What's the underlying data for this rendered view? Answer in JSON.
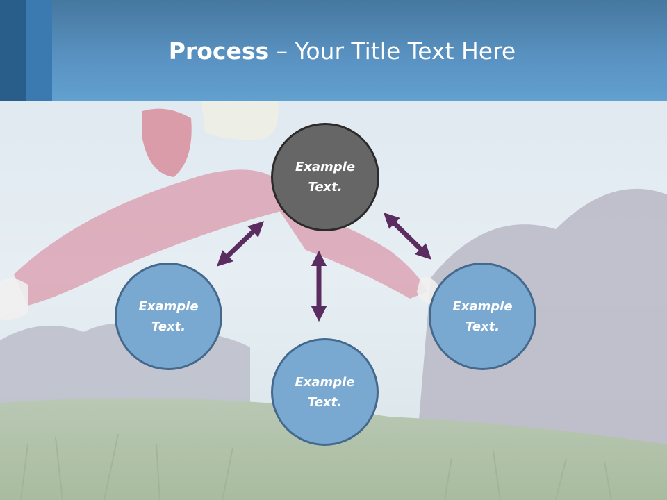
{
  "title": {
    "bold": "Process",
    "rest": " – Your Title Text Here"
  },
  "diagram": {
    "center_node": {
      "label": "Example\nText."
    },
    "left_node": {
      "label": "Example\nText."
    },
    "bottom_node": {
      "label": "Example\nText."
    },
    "right_node": {
      "label": "Example\nText."
    }
  },
  "colors": {
    "header": "#5a93c3",
    "center_fill": "#666666",
    "leaf_fill": "#79a9d0",
    "arrow": "#5b2c5f"
  }
}
